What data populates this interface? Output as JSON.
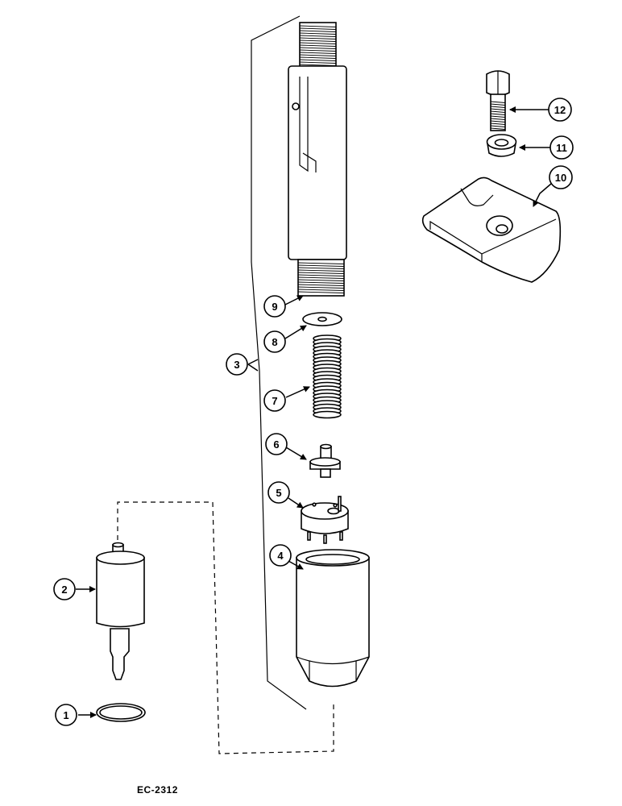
{
  "drawing_code": "EC-2312",
  "callouts": [
    "1",
    "2",
    "3",
    "4",
    "5",
    "6",
    "7",
    "8",
    "9",
    "10",
    "11",
    "12"
  ],
  "colors": {
    "ink": "#000000",
    "paper": "#ffffff"
  }
}
